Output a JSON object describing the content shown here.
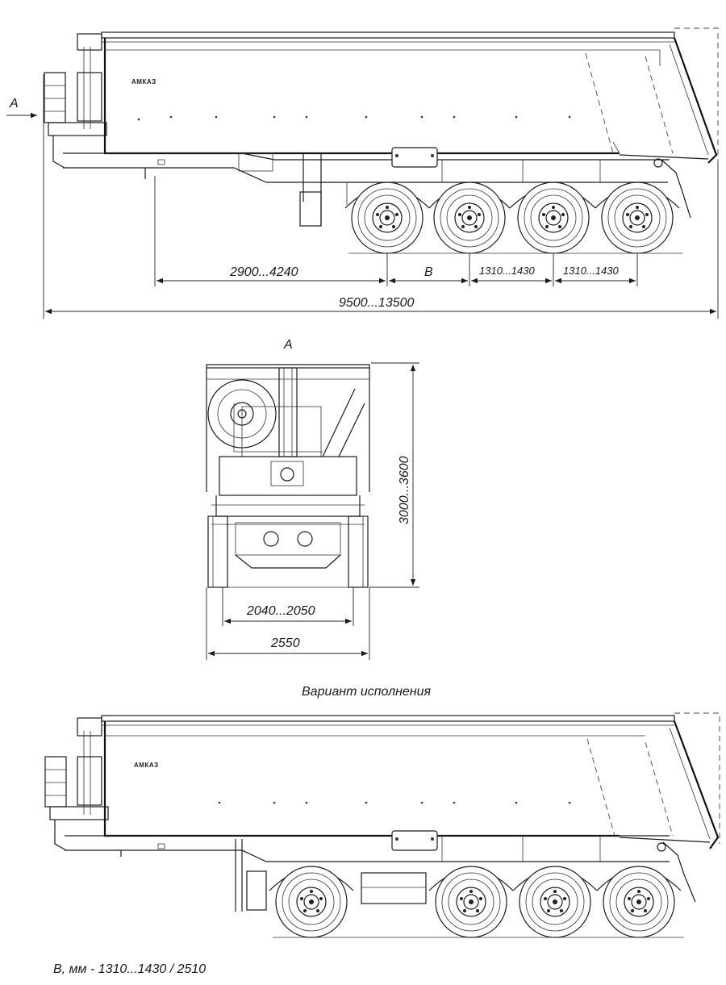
{
  "side_view": {
    "view_arrow_label": "A",
    "brand_label": "АМКАЗ",
    "dim_kingpin": "2900...4240",
    "dim_b": "B",
    "dim_axle_1": "1310...1430",
    "dim_axle_2": "1310...1430",
    "dim_overall": "9500...13500"
  },
  "front_view": {
    "title": "A",
    "dim_height": "3000...3600",
    "dim_track": "2040...2050",
    "dim_width": "2550"
  },
  "variant_view": {
    "title": "Вариант исполнения",
    "brand_label": "АМКАЗ"
  },
  "footnote": "B, мм - 1310...1430 / 2510"
}
